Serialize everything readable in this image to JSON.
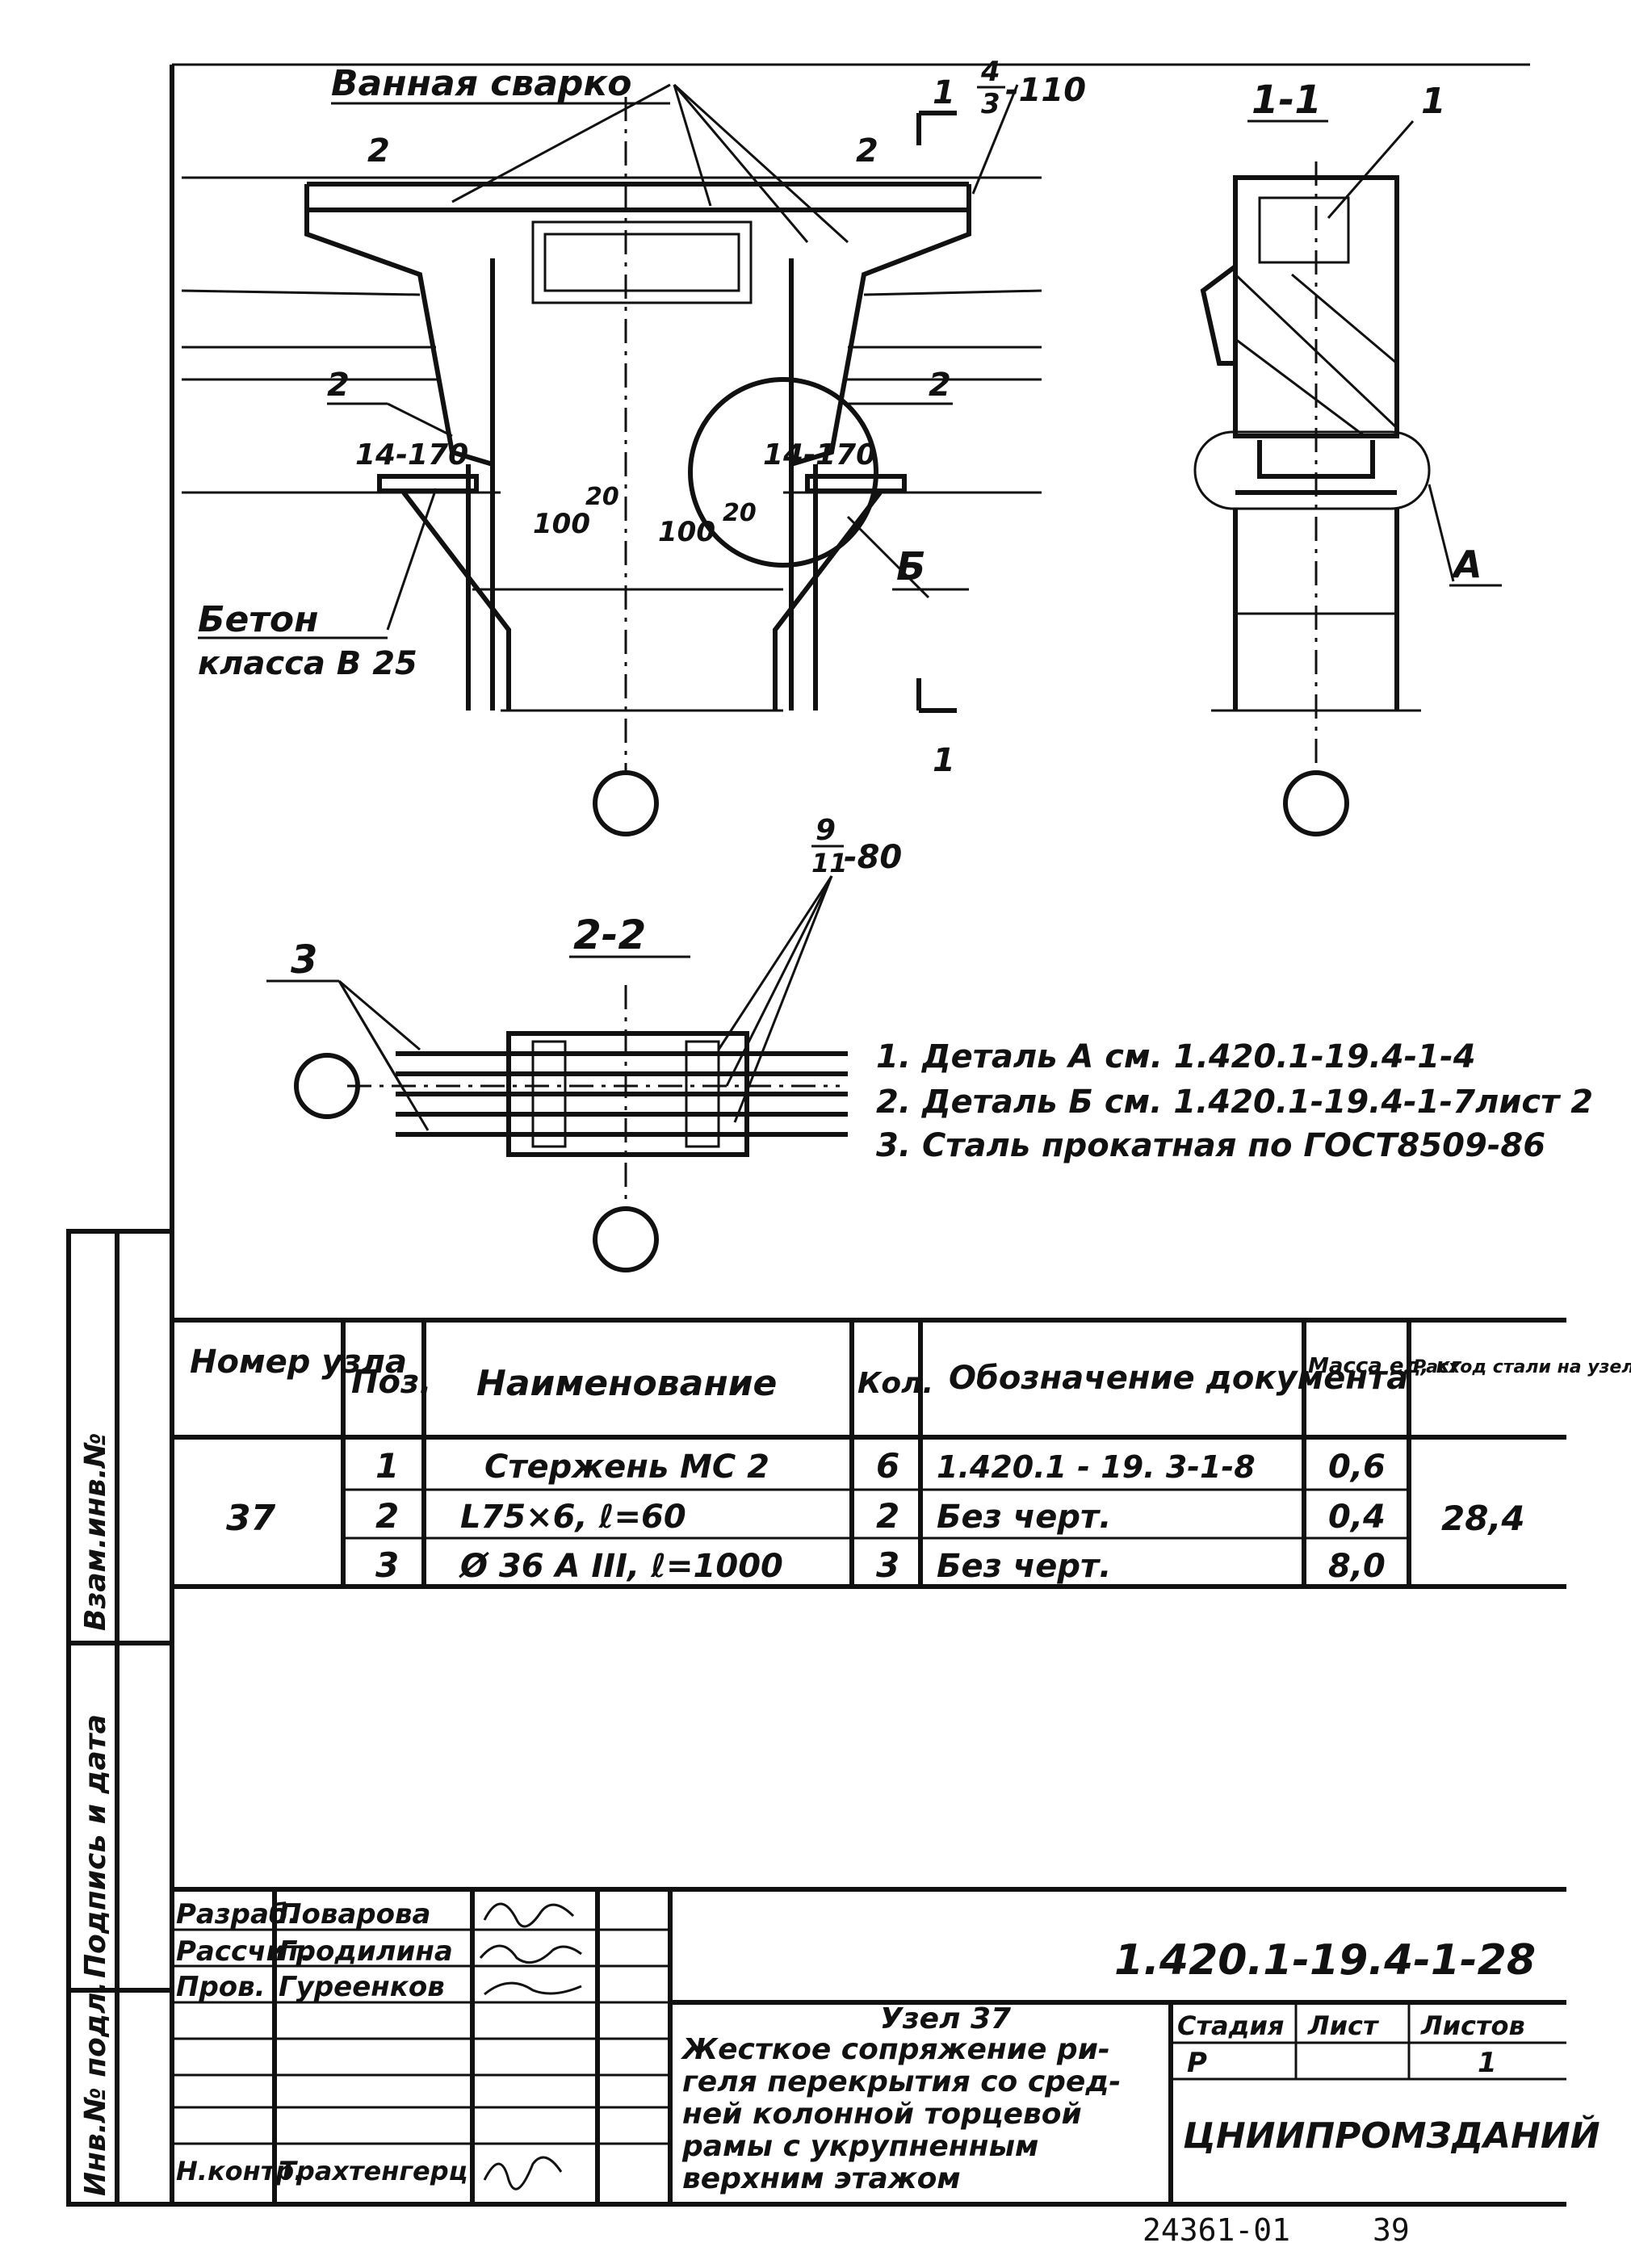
{
  "drawing": {
    "view_main": {
      "label_weld": "Ванная сварко",
      "callout_2_left_top": "2",
      "callout_2_right_top": "2",
      "callout_2_left_mid": "2",
      "callout_2_right_mid": "2",
      "rebar_spec_top": "-110",
      "rebar_spec_top_fraction_num": "4",
      "rebar_spec_top_fraction_den": "3",
      "rebar_left": "14-170",
      "rebar_right": "14-170",
      "dim_100_left": "100",
      "dim_20_left": "20",
      "dim_100_right": "100",
      "dim_20_right": "20",
      "concrete_label_1": "Бетон",
      "concrete_label_2": "класса В 25",
      "detail_b": "Б",
      "section_mark_top": "1",
      "section_mark_bottom": "1"
    },
    "view_section_1_1": {
      "title": "1-1",
      "callout_1": "1",
      "detail_a": "А"
    },
    "view_section_2_2": {
      "title": "2-2",
      "callout_3": "3",
      "rebar_spec_fraction_num": "9",
      "rebar_spec_fraction_den": "11",
      "rebar_spec": "-80"
    },
    "notes": [
      "1. Деталь А см. 1.420.1-19.4-1-4",
      "2. Деталь Б см. 1.420.1-19.4-1-7лист 2",
      "3. Сталь прокатная по ГОСТ8509-86"
    ]
  },
  "spec_table": {
    "headers": {
      "node": "Номер узла",
      "pos": "Поз.",
      "name": "Наименование",
      "qty": "Кол.",
      "doc": "Обозначение документа",
      "mass": "Масса ед, кг",
      "steel": "Расход стали на узел кг"
    },
    "node": "37",
    "total_steel": "28,4",
    "rows": [
      {
        "pos": "1",
        "name": "Стержень МС 2",
        "qty": "6",
        "doc": "1.420.1 - 19. 3-1-8",
        "mass": "0,6"
      },
      {
        "pos": "2",
        "name": "L75×6, ℓ=60",
        "qty": "2",
        "doc": "Без черт.",
        "mass": "0,4"
      },
      {
        "pos": "3",
        "name": "Ø 36 А III, ℓ=1000",
        "qty": "3",
        "doc": "Без черт.",
        "mass": "8,0"
      }
    ]
  },
  "side_stamp": {
    "field_1": "Взам.инв.№",
    "field_2": "Подпись и дата",
    "field_3": "Инв.№ подл."
  },
  "title_block": {
    "doc_code": "1.420.1-19.4-1-28",
    "roles": [
      {
        "role": "Разраб.",
        "name": "Поварова"
      },
      {
        "role": "Рассчит.",
        "name": "Гродилина"
      },
      {
        "role": "Пров.",
        "name": "Гуреенков"
      },
      {
        "role": "Н.контр.",
        "name": "Трахтенгерц"
      }
    ],
    "title_lines": [
      "Узел 37",
      "Жесткое сопряжение ри-",
      "геля перекрытия со сред-",
      "ней колонной торцевой",
      "рамы с укрупненным",
      "верхним этажом"
    ],
    "stage_label": "Стадия",
    "sheet_label": "Лист",
    "sheets_label": "Листов",
    "stage": "Р",
    "sheets": "1",
    "organization": "ЦНИИПРОМЗДАНИЙ",
    "footer_code": "24361-01",
    "footer_page": "39"
  }
}
